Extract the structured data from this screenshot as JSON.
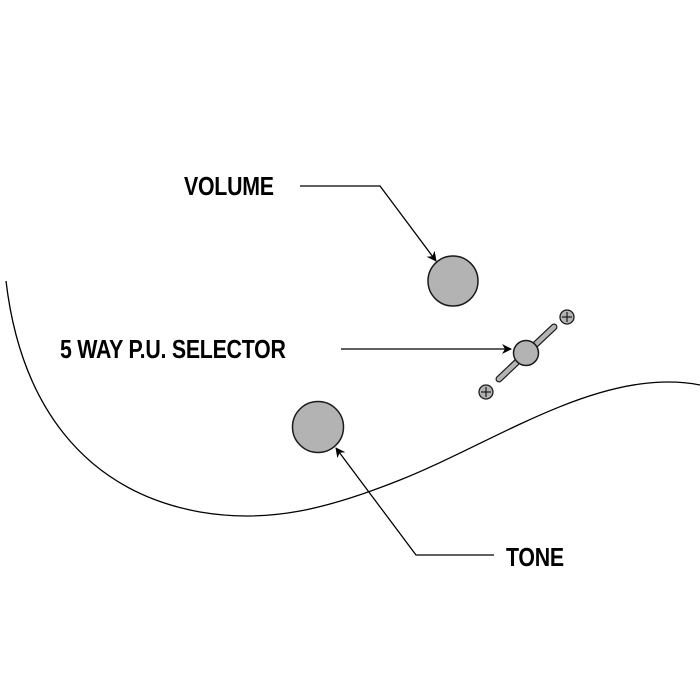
{
  "diagram": {
    "labels": {
      "volume": "VOLUME",
      "selector": "5 WAY P.U. SELECTOR",
      "tone": "TONE"
    },
    "colors": {
      "knob_fill": "#b3b3b3",
      "outline": "#1a1a1a",
      "background": "#ffffff"
    }
  }
}
